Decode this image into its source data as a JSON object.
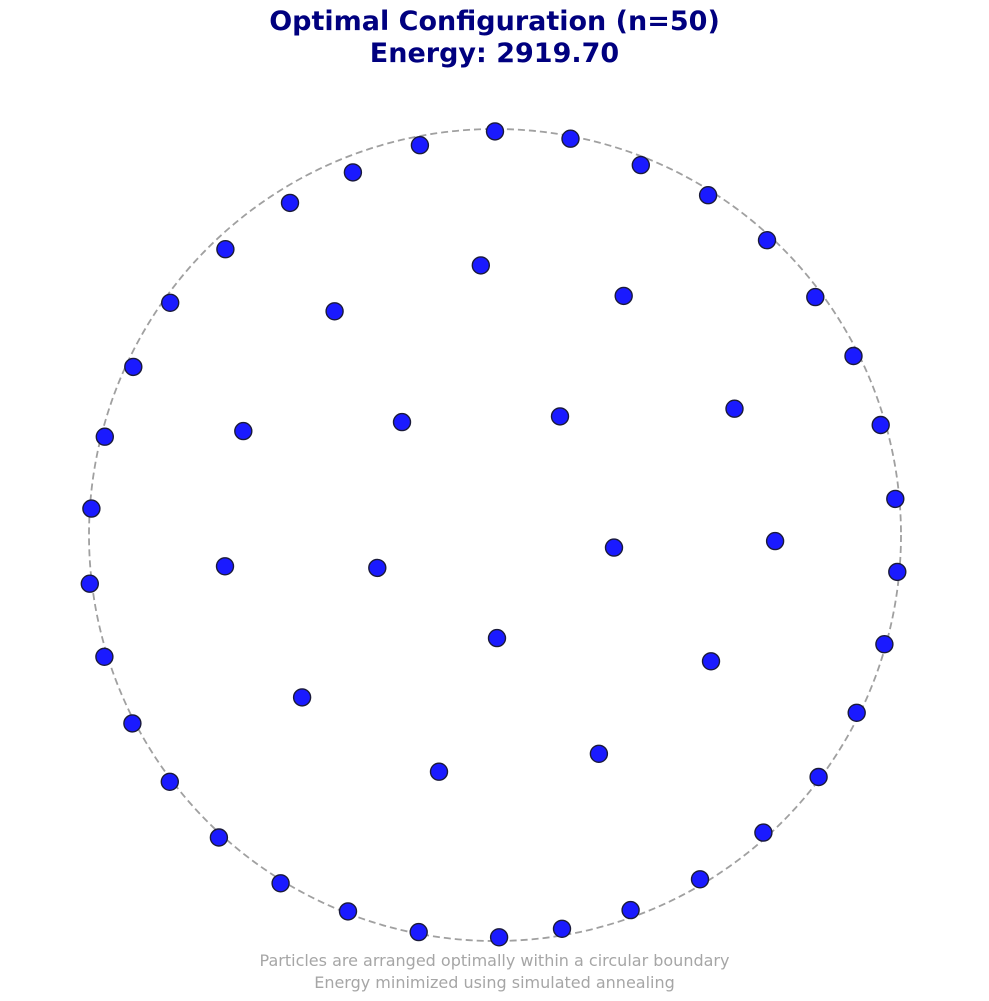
{
  "title_line_1": "Optimal Configuration (n=50)",
  "title_line_2": "Energy: 2919.70",
  "caption_line_1": "Particles are arranged optimally within a circular boundary",
  "caption_line_2": "Energy minimized using simulated annealing",
  "colors": {
    "title": "#00007f",
    "particle_fill": "#1a1aff",
    "particle_edge": "#1a1a3a",
    "boundary": "#a0a0a0",
    "caption": "#a6a6a6"
  },
  "chart_data": {
    "type": "scatter",
    "title": "Optimal Configuration (n=50)\nEnergy: 2919.70",
    "n": 50,
    "energy": 2919.7,
    "boundary": {
      "shape": "circle",
      "radius": 1.0,
      "center": [
        0,
        0
      ],
      "style": "dashed"
    },
    "xlim": [
      -1.0,
      1.0
    ],
    "ylim": [
      -1.0,
      1.0
    ],
    "grid": false,
    "axes_visible": false,
    "points": [
      {
        "x": 0.0,
        "y": 0.994
      },
      {
        "x": 0.186,
        "y": 0.976
      },
      {
        "x": 0.359,
        "y": 0.911
      },
      {
        "x": 0.525,
        "y": 0.837
      },
      {
        "x": 0.67,
        "y": 0.726
      },
      {
        "x": 0.789,
        "y": 0.586
      },
      {
        "x": 0.883,
        "y": 0.441
      },
      {
        "x": 0.95,
        "y": 0.271
      },
      {
        "x": 0.986,
        "y": 0.089
      },
      {
        "x": 0.991,
        "y": -0.091
      },
      {
        "x": 0.959,
        "y": -0.269
      },
      {
        "x": 0.891,
        "y": -0.438
      },
      {
        "x": 0.797,
        "y": -0.596
      },
      {
        "x": 0.661,
        "y": -0.733
      },
      {
        "x": 0.505,
        "y": -0.848
      },
      {
        "x": 0.334,
        "y": -0.924
      },
      {
        "x": 0.165,
        "y": -0.97
      },
      {
        "x": 0.01,
        "y": -0.991
      },
      {
        "x": -0.188,
        "y": -0.978
      },
      {
        "x": -0.362,
        "y": -0.927
      },
      {
        "x": -0.528,
        "y": -0.858
      },
      {
        "x": -0.68,
        "y": -0.745
      },
      {
        "x": -0.801,
        "y": -0.608
      },
      {
        "x": -0.893,
        "y": -0.464
      },
      {
        "x": -0.962,
        "y": -0.3
      },
      {
        "x": -0.998,
        "y": -0.12
      },
      {
        "x": -0.994,
        "y": 0.065
      },
      {
        "x": -0.961,
        "y": 0.242
      },
      {
        "x": -0.891,
        "y": 0.414
      },
      {
        "x": -0.8,
        "y": 0.572
      },
      {
        "x": -0.664,
        "y": 0.704
      },
      {
        "x": -0.505,
        "y": 0.818
      },
      {
        "x": -0.185,
        "y": 0.96
      },
      {
        "x": -0.35,
        "y": 0.893
      },
      {
        "x": -0.035,
        "y": 0.664
      },
      {
        "x": 0.317,
        "y": 0.589
      },
      {
        "x": -0.395,
        "y": 0.551
      },
      {
        "x": -0.62,
        "y": 0.256
      },
      {
        "x": -0.229,
        "y": 0.278
      },
      {
        "x": 0.16,
        "y": 0.292
      },
      {
        "x": 0.59,
        "y": 0.311
      },
      {
        "x": -0.665,
        "y": -0.077
      },
      {
        "x": -0.29,
        "y": -0.081
      },
      {
        "x": 0.293,
        "y": -0.031
      },
      {
        "x": 0.69,
        "y": -0.015
      },
      {
        "x": 0.005,
        "y": -0.254
      },
      {
        "x": -0.475,
        "y": -0.4
      },
      {
        "x": 0.532,
        "y": -0.311
      },
      {
        "x": -0.138,
        "y": -0.583
      },
      {
        "x": 0.256,
        "y": -0.539
      }
    ]
  }
}
